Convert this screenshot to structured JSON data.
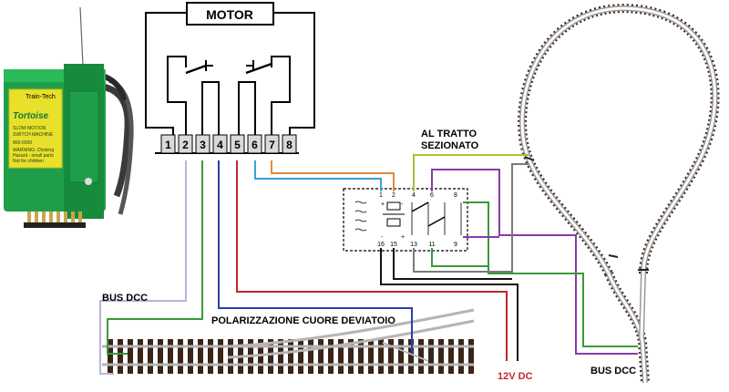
{
  "photo": {
    "brand": "Tortoise",
    "maker": "Train-Tech",
    "subtitle_line1": "SLOW MOTION",
    "subtitle_line2": "SWITCH MACHINE",
    "model": "800-6000",
    "warn1": "WARNING: Choking",
    "warn2": "Hazard - small parts",
    "warn3": "Not for children"
  },
  "motor": {
    "label": "MOTOR"
  },
  "connector": {
    "pins": [
      "1",
      "2",
      "3",
      "4",
      "5",
      "6",
      "7",
      "8"
    ]
  },
  "relay": {
    "top_pins": [
      "1",
      "2",
      "4",
      "6",
      "8"
    ],
    "bottom_pins": [
      "16",
      "15",
      "13",
      "11",
      "9"
    ],
    "plus_minus_top": [
      "+",
      "-"
    ],
    "plus_minus_bottom": [
      "-",
      "+"
    ]
  },
  "labels": {
    "sezionato_line1": "AL TRATTO",
    "sezionato_line2": "SEZIONATO",
    "bus_dcc_left": "BUS DCC",
    "polarizzazione": "POLARIZZAZIONE CUORE DEVIATOIO",
    "dc12": "12V DC",
    "bus_dcc_right": "BUS DCC"
  },
  "colors": {
    "bus_dcc_lavender": "#b9b4dc",
    "green_wire": "#3a9a3a",
    "blue_wire": "#2b3fa8",
    "red_wire": "#c0282b",
    "orange_wire": "#e08a3c",
    "cyan_wire": "#3aa0d8",
    "olive_wire": "#a8c23a",
    "purple_wire": "#8a3aa8",
    "gray_wire": "#7a7a7a",
    "black_wire": "#111111",
    "rail_brown": "#3a2418",
    "rail_silver": "#b5b5b5",
    "tortoise_green": "#1f9e4a"
  }
}
